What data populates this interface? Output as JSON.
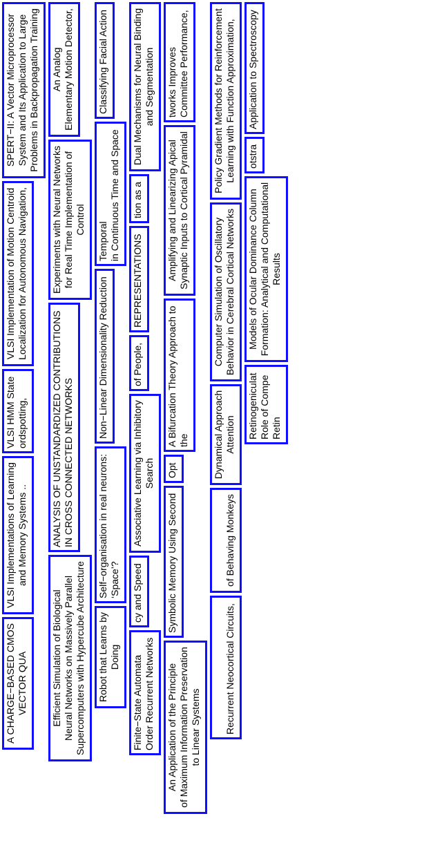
{
  "colors": {
    "border": "#1010ff",
    "background": "#ffffff",
    "text": "#000000"
  },
  "boxes": [
    {
      "lines": [
        "SPERT−II: A Vector Microprocessor",
        "System and Its Application to Large",
        "Problems in Backpropagation Training"
      ]
    },
    {
      "lines": [
        "VLSI HMM State",
        "ordspotting,"
      ]
    },
    {
      "lines": [
        "An Analog",
        "Elementary Motion Detector,"
      ]
    },
    {
      "lines": [
        "A CHARGE−BASED CMOS",
        "VECTOR QUA"
      ]
    },
    {
      "lines": [
        "VLSI Implementation of Motion Centroid",
        "Localization for Autonomous  Navigation,"
      ]
    },
    {
      "lines": [
        "VLSI Implementations of Learning",
        "and Memory Systems .."
      ]
    },
    {
      "lines": [
        "Experiments with Neural Networks",
        "for Real Time Implementation of",
        "Control"
      ]
    },
    {
      "lines": [
        "ANALYSIS OF UNSTANDARDIZED CONTRIBUTIONS",
        "IN CROSS CONNECTED NETWORKS"
      ]
    },
    {
      "lines": [
        "Temporal",
        "in Continuous Time and Space"
      ]
    },
    {
      "lines": [
        "Classifying Facial Action"
      ]
    },
    {
      "lines": [
        "Non−Linear Dimensionality Reduction"
      ]
    },
    {
      "lines": [
        "tion as a"
      ]
    },
    {
      "lines": [
        "REPRESENTATIONS"
      ]
    },
    {
      "lines": [
        "cy and Speed"
      ]
    },
    {
      "lines": [
        "Finite−State Automata",
        "Order Recurrent Networks"
      ]
    },
    {
      "lines": [
        "tworks Improves",
        "Committee Performance,"
      ]
    },
    {
      "lines": [
        "of People,"
      ]
    },
    {
      "lines": [
        "Symbolic Memory Using Second"
      ]
    },
    {
      "lines": [
        "Application to Spectroscopy"
      ]
    },
    {
      "lines": [
        "otstra"
      ]
    },
    {
      "lines": [
        "Policy Gradient Methods for Reinforcement",
        "Learning with Function Approximation,"
      ]
    },
    {
      "lines": [
        "Associative Learning via Inhibitory",
        "Search"
      ]
    },
    {
      "lines": [
        "Efficient Simulation of Biological",
        "Neural Networks on Massively Parallel",
        "Supercomputers with Hypercube Architecture"
      ]
    },
    {
      "lines": [
        "Robot that Learns by",
        "Doing"
      ]
    },
    {
      "lines": [
        "Self−organisation in real neurons:",
        "‘Space’?"
      ]
    },
    {
      "lines": [
        "Dual Mechanisms for Neural Binding",
        "and Segmentation"
      ]
    },
    {
      "lines": [
        "A Bifurcation Theory Approach to",
        "the"
      ]
    },
    {
      "lines": [
        "Opt"
      ]
    },
    {
      "lines": [
        "",
        "of Behaving Monkeys"
      ]
    },
    {
      "lines": [
        "An Application of the Principle",
        "of Maximum Information Preservation",
        "to Linear Systems"
      ]
    },
    {
      "lines": [
        "Dynamical Approach",
        "Attention"
      ]
    },
    {
      "lines": [
        "",
        "Recurrent Neocortical Circuits,"
      ]
    },
    {
      "lines": [
        "Amplifying and Linearizing Apical",
        "Synaptic Inputs to Cortical Pyramidal"
      ]
    },
    {
      "lines": [
        "Computer Simulation of Oscillatory",
        "Behavior in Cerebral Cortical Networks"
      ]
    },
    {
      "lines": [
        "Retinogeniculat",
        "Role of Compe",
        "Retin"
      ]
    },
    {
      "lines": [
        "Models of Ocular Dominance Column",
        "Formation: Analytical and Computational",
        "Results"
      ]
    }
  ]
}
